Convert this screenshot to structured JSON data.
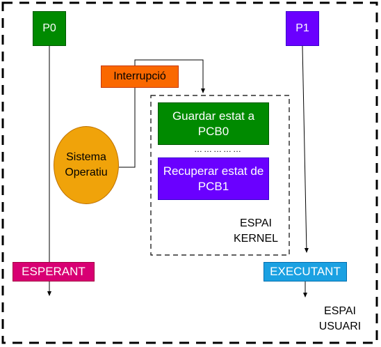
{
  "diagram": {
    "processes": {
      "p0": {
        "label": "P0",
        "color": "#008a00",
        "border": "#005700"
      },
      "p1": {
        "label": "P1",
        "color": "#6a00ff",
        "border": "#3700cc"
      }
    },
    "interrupt": {
      "label": "Interrupció",
      "color": "#fa6800",
      "border": "#c73500"
    },
    "os": {
      "label": "Sistema\nOperatiu",
      "color": "#f0a30a",
      "border": "#bd7000"
    },
    "kernel_steps": {
      "save": {
        "label": "Guardar estat a\nPCB0",
        "color": "#008a00",
        "border": "#005700"
      },
      "restore": {
        "label": "Recuperar estat de\nPCB1",
        "color": "#6a00ff",
        "border": "#3700cc"
      },
      "separator": "……………"
    },
    "states": {
      "waiting": {
        "label": "ESPERANT",
        "color": "#d80073",
        "border": "#a50040"
      },
      "running": {
        "label": "EXECUTANT",
        "color": "#1ba1e2",
        "border": "#006eaf"
      }
    },
    "regions": {
      "kernel": "ESPAI\nKERNEL",
      "user": "ESPAI\nUSUARI"
    }
  }
}
